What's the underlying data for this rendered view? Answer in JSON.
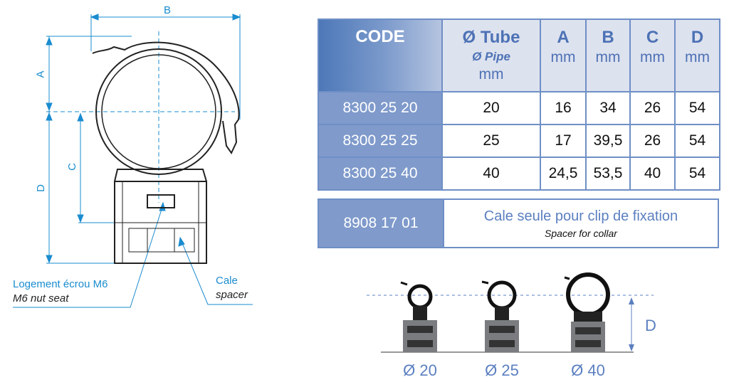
{
  "drawing": {
    "dimension_labels": {
      "a": "A",
      "b": "B",
      "c": "C",
      "d": "D"
    },
    "callouts": {
      "nut_seat_fr": "Logement écrou M6",
      "nut_seat_en": "M6 nut seat",
      "spacer_fr": "Cale",
      "spacer_en": "spacer"
    }
  },
  "table": {
    "headers": {
      "code": "CODE",
      "tube": "Ø Tube",
      "pipe": "Ø Pipe",
      "tube_unit": "mm",
      "a": "A",
      "b": "B",
      "c": "C",
      "d": "D",
      "unit": "mm"
    },
    "rows": [
      {
        "code": "8300 25 20",
        "tube": "20",
        "a": "16",
        "b": "34",
        "c": "26",
        "d": "54"
      },
      {
        "code": "8300 25 25",
        "tube": "25",
        "a": "17",
        "b": "39,5",
        "c": "26",
        "d": "54"
      },
      {
        "code": "8300 25 40",
        "tube": "40",
        "a": "24,5",
        "b": "53,5",
        "c": "40",
        "d": "54"
      }
    ]
  },
  "spacer_row": {
    "code": "8908 17 01",
    "description_fr": "Cale seule pour clip de fixation",
    "description_en": "Spacer for collar"
  },
  "sizes": {
    "d_label": "D",
    "items": [
      "Ø 20",
      "Ø 25",
      "Ø 40"
    ]
  },
  "colors": {
    "accent": "#1a8ccf",
    "table_blue": "#7f9acb",
    "header_bg": "#dde2ef"
  }
}
